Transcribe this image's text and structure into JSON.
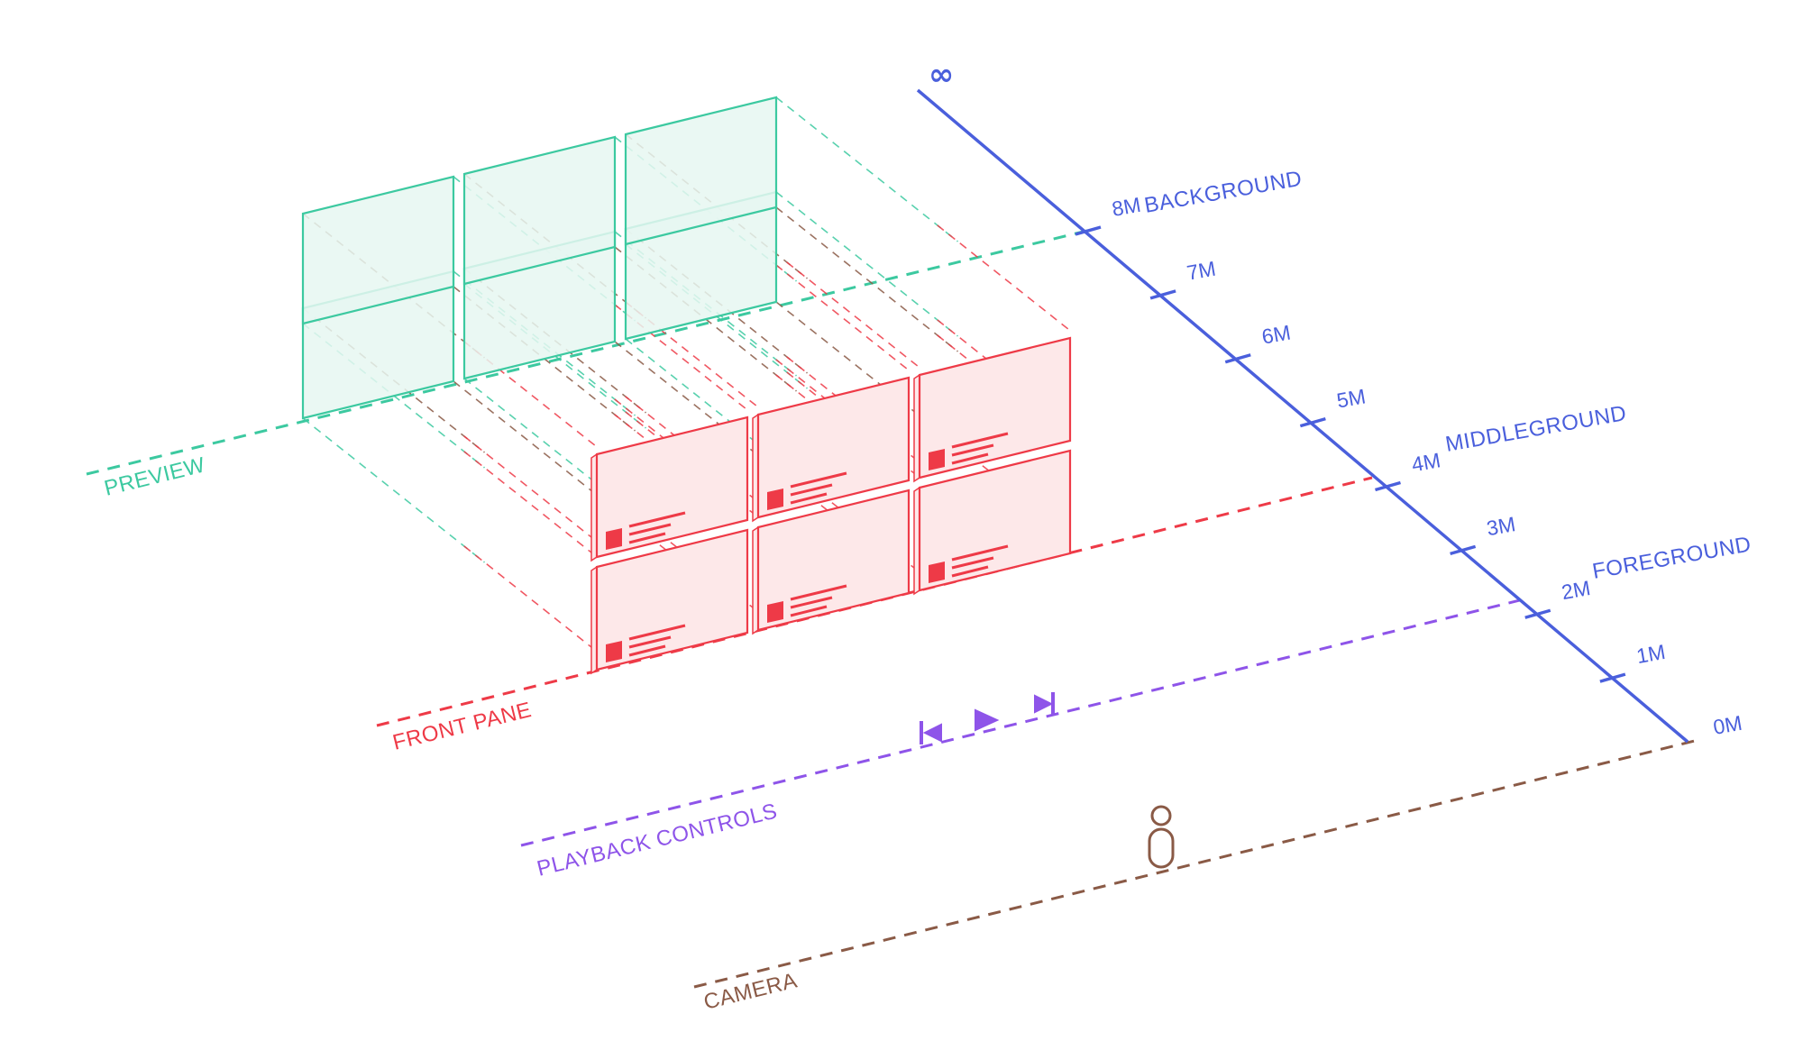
{
  "colors": {
    "depth_axis": "#4a5fdc",
    "preview": "#3cc9a0",
    "preview_fill": "#e6f7f1",
    "front": "#ee3a47",
    "front_fill": "#fde8e9",
    "playback": "#8e54e9",
    "camera": "#8a5a46"
  },
  "axis": {
    "infinity": "∞",
    "ticks": [
      {
        "label": "0M"
      },
      {
        "label": "1M"
      },
      {
        "label": "2M"
      },
      {
        "label": "3M"
      },
      {
        "label": "4M"
      },
      {
        "label": "5M"
      },
      {
        "label": "6M"
      },
      {
        "label": "7M"
      },
      {
        "label": "8M"
      }
    ],
    "zones": {
      "background": "BACKGROUND",
      "middleground": "MIDDLEGROUND",
      "foreground": "FOREGROUND"
    }
  },
  "planes": {
    "preview": "PREVIEW",
    "front_pane": "FRONT PANE",
    "playback_controls": "PLAYBACK CONTROLS",
    "camera": "CAMERA"
  },
  "playback_icons": [
    "skip-back-icon",
    "play-icon",
    "skip-forward-icon"
  ],
  "camera_icon": "person-icon",
  "card_icon": "content-card-icon"
}
